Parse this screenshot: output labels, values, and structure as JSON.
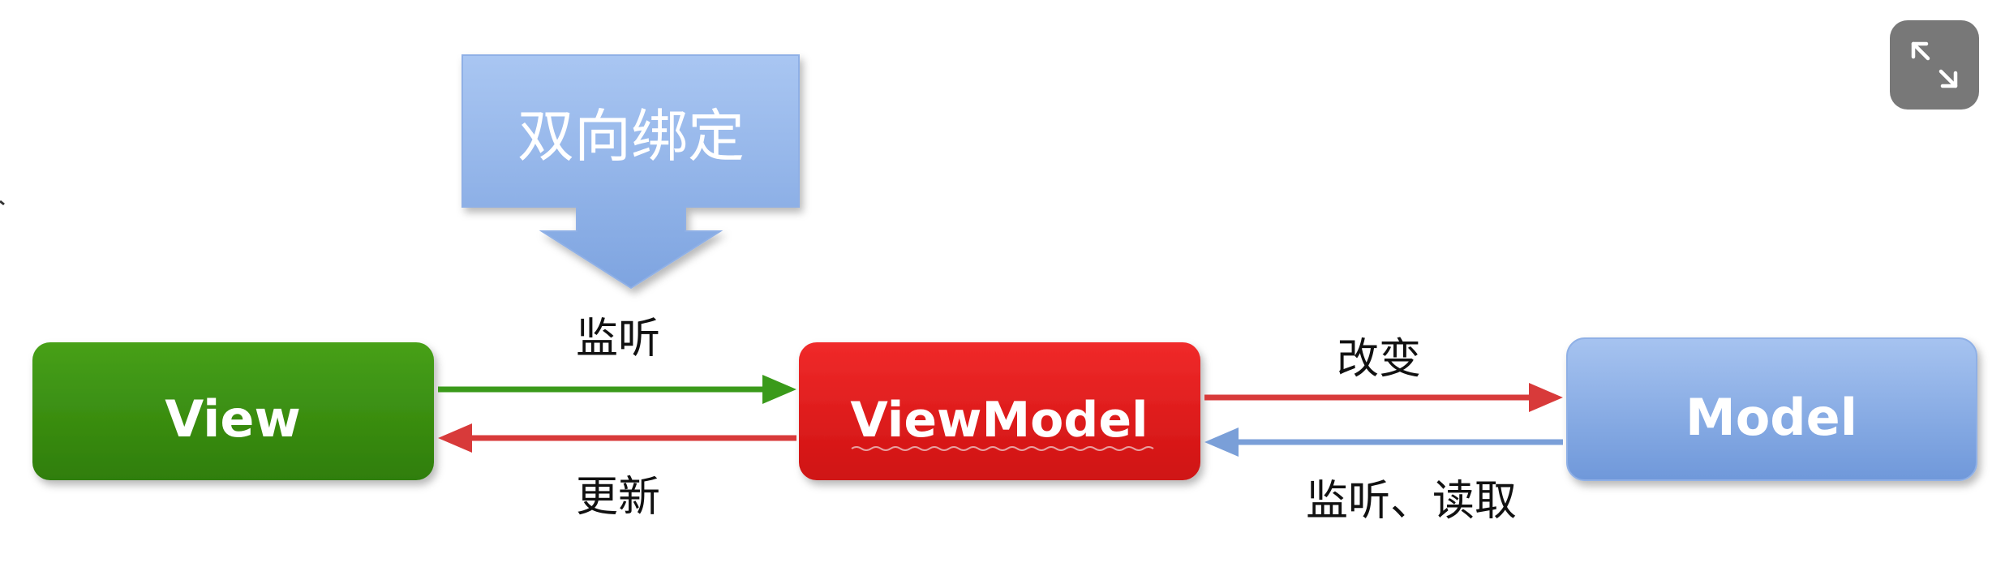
{
  "callout": {
    "label": "双向绑定"
  },
  "nodes": {
    "view": {
      "label": "View",
      "color": "#3a8c0f"
    },
    "viewmodel": {
      "label": "ViewModel",
      "color": "#e01818"
    },
    "model": {
      "label": "Model",
      "color": "#7fa7e6"
    }
  },
  "edges": {
    "view_to_viewmodel": {
      "label": "监听",
      "color": "#3a9a1a"
    },
    "viewmodel_to_view": {
      "label": "更新",
      "color": "#d83a3a"
    },
    "viewmodel_to_model": {
      "label": "改变",
      "color": "#d83a3a"
    },
    "model_to_viewmodel": {
      "label": "监听、读取",
      "color": "#7a9fd8"
    }
  },
  "toolbar": {
    "expand_icon": "expand-icon"
  }
}
